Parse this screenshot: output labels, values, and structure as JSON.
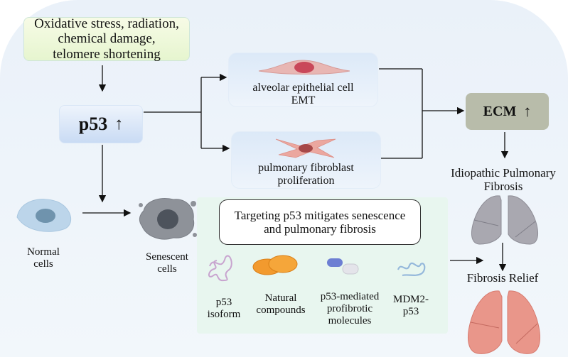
{
  "stress_box": {
    "line1": "Oxidative stress, radiation,",
    "line2": "chemical damage,",
    "line3": "telomere shortening"
  },
  "p53_box": {
    "label": "p53",
    "indicator": "↑"
  },
  "emt_box": {
    "line1": "alveolar epithelial cell",
    "line2": "EMT"
  },
  "fibroblast_box": {
    "line1": "pulmonary fibroblast",
    "line2": "proliferation"
  },
  "ecm_box": {
    "label": "ECM",
    "indicator": "↑"
  },
  "ipf_label": {
    "line1": "Idiopathic Pulmonary",
    "line2": "Fibrosis"
  },
  "relief_label": "Fibrosis Relief",
  "normal_cells": {
    "line1": "Normal",
    "line2": "cells"
  },
  "senescent_cells": {
    "line1": "Senescent",
    "line2": "cells"
  },
  "targeting_box": {
    "line1": "Targeting p53 mitigates senescence",
    "line2": "and pulmonary fibrosis"
  },
  "strategies": [
    {
      "line1": "p53",
      "line2": "isoform",
      "line3": ""
    },
    {
      "line1": "Natural",
      "line2": "compounds",
      "line3": ""
    },
    {
      "line1": "p53-mediated",
      "line2": "profibrotic",
      "line3": "molecules"
    },
    {
      "line1": "MDM2-",
      "line2": "p53",
      "line3": ""
    }
  ],
  "colors": {
    "ecm_fill": "#b8bcaa",
    "lung_fibrotic": "#a9a8b0",
    "lung_healthy": "#e9968a",
    "green_panel": "#e8f6ef"
  }
}
